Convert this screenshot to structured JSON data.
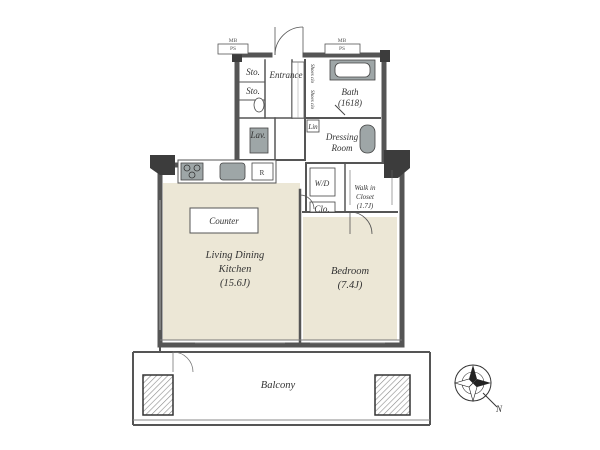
{
  "rooms": {
    "ldk": {
      "name_line1": "Living Dining",
      "name_line2": "Kitchen",
      "size": "(15.6J)"
    },
    "counter": "Counter",
    "bedroom": {
      "name": "Bedroom",
      "size": "(7.4J)"
    },
    "balcony": "Balcony",
    "bath": {
      "name": "Bath",
      "size": "(1618)"
    },
    "dressing": {
      "line1": "Dressing",
      "line2": "Room"
    },
    "entrance": "Entrance",
    "lav": "Lav.",
    "sto1": "Sto.",
    "sto2": "Sto.",
    "lin": "Lin",
    "wd": "W/D",
    "clo": "Clo.",
    "walkin": {
      "line1": "Walk in",
      "line2": "Closet",
      "size": "(1.7J)"
    },
    "refrigerator": "R",
    "shoes1": "Shoes clo",
    "shoes2": "Shoes clo"
  },
  "shafts": {
    "left": {
      "line1": "MB",
      "line2": "PS"
    },
    "right": {
      "line1": "MB",
      "line2": "PS"
    }
  },
  "compass": {
    "north": "N"
  },
  "colors": {
    "floor": "#ece7d6",
    "wall": "#555555",
    "column": "#3c3c3c",
    "fixture": "#9ea6a7"
  }
}
